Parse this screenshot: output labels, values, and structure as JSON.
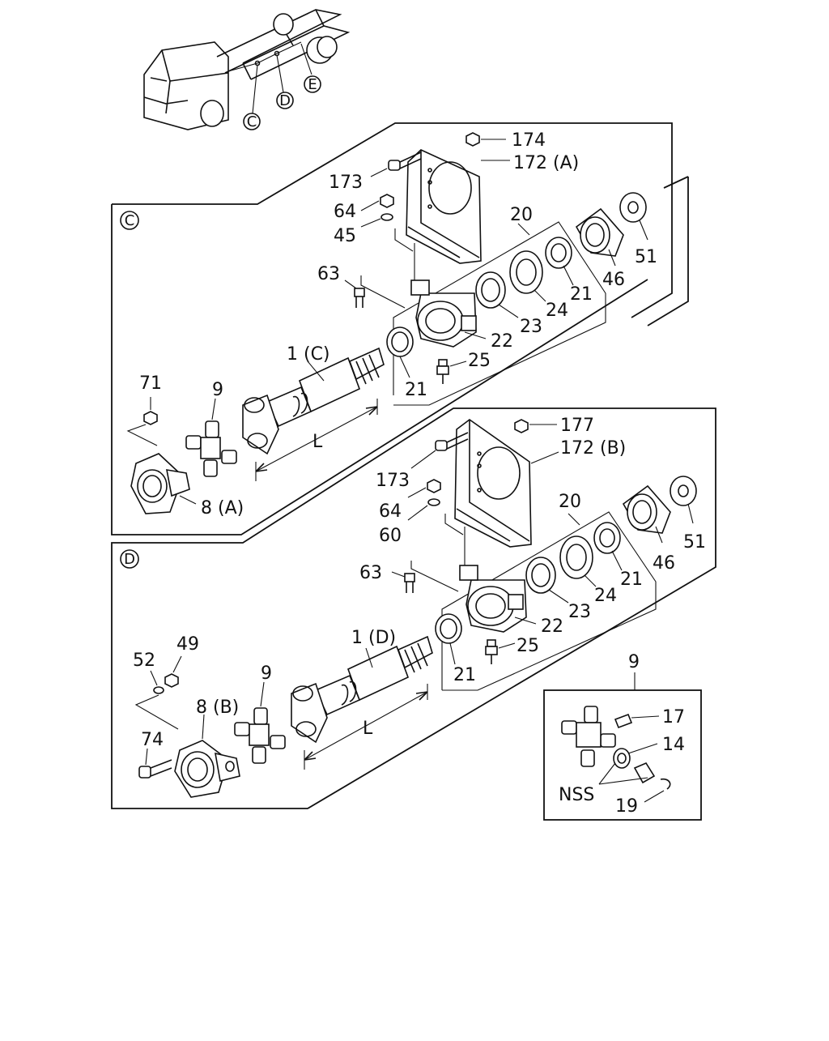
{
  "overview": {
    "markers": [
      "C",
      "D",
      "E"
    ]
  },
  "view_c": {
    "tag": "C",
    "labels": {
      "p174": "174",
      "p172a": "172 (A)",
      "p173": "173",
      "p64": "64",
      "p45": "45",
      "p20": "20",
      "p51": "51",
      "p46": "46",
      "p63": "63",
      "p21a": "21",
      "p24": "24",
      "p23": "23",
      "p22": "22",
      "p25": "25",
      "p21b": "21",
      "p1c": "1 (C)",
      "p71": "71",
      "p9": "9",
      "pL": "L",
      "p8a": "8 (A)"
    }
  },
  "view_d": {
    "tag": "D",
    "labels": {
      "p177": "177",
      "p172b": "172 (B)",
      "p173": "173",
      "p64": "64",
      "p60": "60",
      "p20": "20",
      "p51": "51",
      "p46": "46",
      "p63": "63",
      "p21a": "21",
      "p24": "24",
      "p23": "23",
      "p22": "22",
      "p25": "25",
      "p21b": "21",
      "p1d": "1 (D)",
      "p49": "49",
      "p52": "52",
      "p9": "9",
      "p8b": "8 (B)",
      "p74": "74",
      "pL": "L"
    }
  },
  "detail_9": {
    "title": "9",
    "labels": {
      "p17": "17",
      "p14": "14",
      "nss": "NSS",
      "p19": "19"
    }
  }
}
